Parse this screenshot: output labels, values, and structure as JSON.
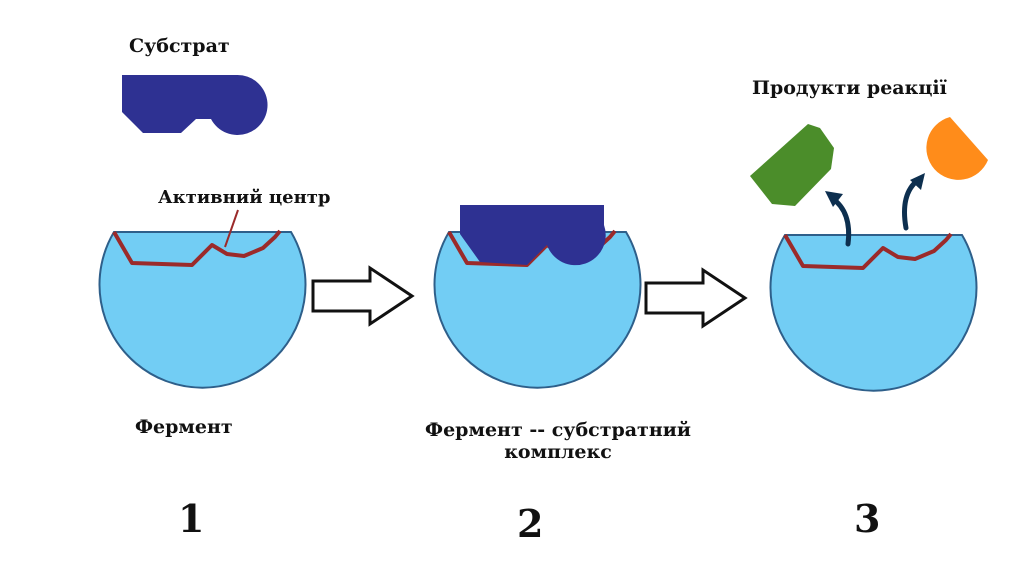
{
  "labels": {
    "substrate": "Субстрат",
    "active_center": "Активний центр",
    "products": "Продукти реакції",
    "enzyme": "Фермент",
    "complex": "Фермент -- субстратний комплекс"
  },
  "steps": [
    "1",
    "2",
    "3"
  ],
  "colors": {
    "enzyme_fill": "#72cdf4",
    "enzyme_outline": "#2e5f8a",
    "active_site": "#9b2a2a",
    "substrate": "#2e3192",
    "product_green": "#4b8d2a",
    "product_orange": "#ff8c1a",
    "release_arrow": "#0d2f4f",
    "step_arrow_fill": "#ffffff",
    "step_arrow_stroke": "#111111"
  },
  "icons": {
    "step_arrow": "hollow-right-arrow",
    "release_arrow": "curved-up-arrow"
  }
}
